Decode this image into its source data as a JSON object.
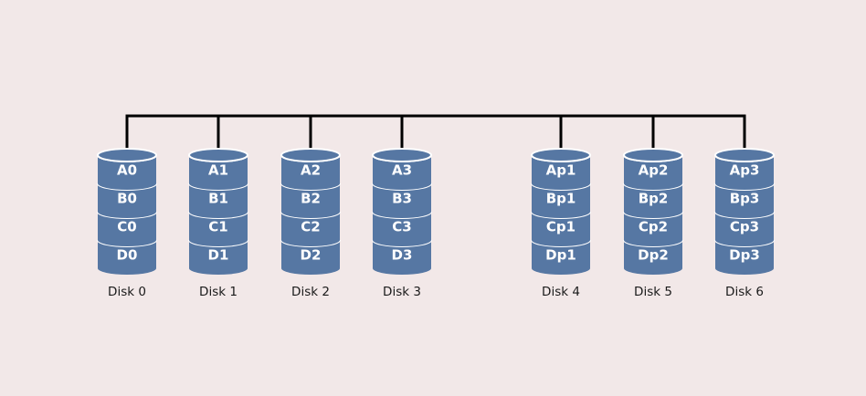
{
  "colors": {
    "background": "#f2e8e8",
    "disk_fill": "#5677a3",
    "disk_edge": "#ffffff",
    "bus_line": "#000000"
  },
  "disks": [
    {
      "name": "Disk 0",
      "blocks": [
        "A0",
        "B0",
        "C0",
        "D0"
      ]
    },
    {
      "name": "Disk 1",
      "blocks": [
        "A1",
        "B1",
        "C1",
        "D1"
      ]
    },
    {
      "name": "Disk 2",
      "blocks": [
        "A2",
        "B2",
        "C2",
        "D2"
      ]
    },
    {
      "name": "Disk 3",
      "blocks": [
        "A3",
        "B3",
        "C3",
        "D3"
      ]
    },
    {
      "name": "Disk 4",
      "blocks": [
        "Ap1",
        "Bp1",
        "Cp1",
        "Dp1"
      ]
    },
    {
      "name": "Disk 5",
      "blocks": [
        "Ap2",
        "Bp2",
        "Cp2",
        "Dp2"
      ]
    },
    {
      "name": "Disk 6",
      "blocks": [
        "Ap3",
        "Bp3",
        "Cp3",
        "Dp3"
      ]
    }
  ]
}
